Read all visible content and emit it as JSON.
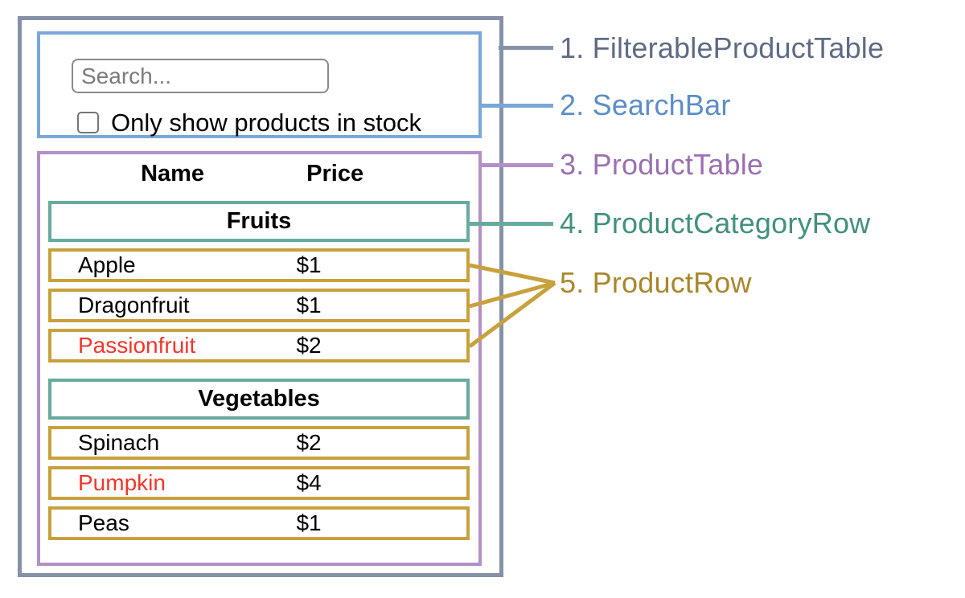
{
  "search_bar": {
    "search_placeholder": "Search...",
    "checkbox_label": "Only show products in stock"
  },
  "table": {
    "headers": {
      "name": "Name",
      "price": "Price"
    },
    "sections": [
      {
        "category": "Fruits",
        "rows": [
          {
            "name": "Apple",
            "price": "$1",
            "highlight": false
          },
          {
            "name": "Dragonfruit",
            "price": "$1",
            "highlight": false
          },
          {
            "name": "Passionfruit",
            "price": "$2",
            "highlight": true
          }
        ]
      },
      {
        "category": "Vegetables",
        "rows": [
          {
            "name": "Spinach",
            "price": "$2",
            "highlight": false
          },
          {
            "name": "Pumpkin",
            "price": "$4",
            "highlight": true
          },
          {
            "name": "Peas",
            "price": "$1",
            "highlight": false
          }
        ]
      }
    ]
  },
  "labels": [
    {
      "text": "1. FilterableProductTable",
      "color": "#5f6b85"
    },
    {
      "text": "2. SearchBar",
      "color": "#5c8dc8"
    },
    {
      "text": "3. ProductTable",
      "color": "#9b70b2"
    },
    {
      "text": "4. ProductCategoryRow",
      "color": "#42907e"
    },
    {
      "text": "5. ProductRow",
      "color": "#a9872d"
    }
  ],
  "colors": {
    "outer_border": "#8591a7",
    "searchbar_border": "#7aa6d8",
    "table_border": "#b28fc7",
    "category_border": "#68aa9d",
    "product_row_border": "#c8a13d",
    "highlight_text": "#f0372a"
  }
}
